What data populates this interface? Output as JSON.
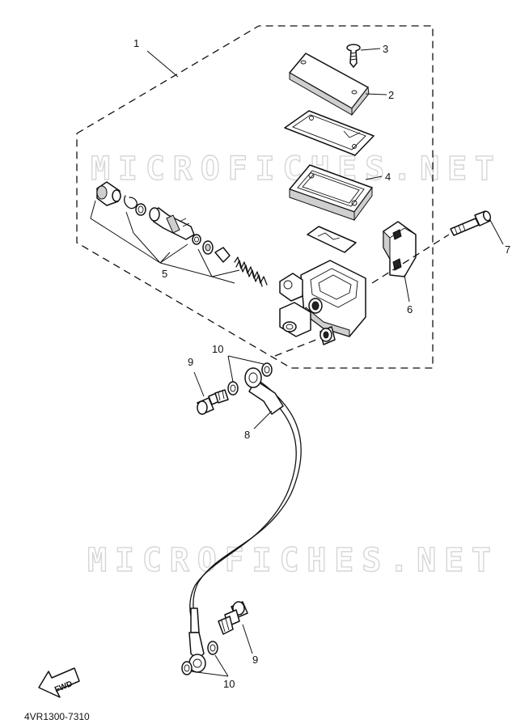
{
  "watermark": "MICROFICHES.NET",
  "diagram_code": "4VR1300-7310",
  "direction_arrow": "FWD",
  "callouts": {
    "c1": "1",
    "c2": "2",
    "c3": "3",
    "c4": "4",
    "c5": "5",
    "c6": "6",
    "c7": "7",
    "c8": "8",
    "c9a": "9",
    "c9b": "9",
    "c10a": "10",
    "c10b": "10"
  }
}
